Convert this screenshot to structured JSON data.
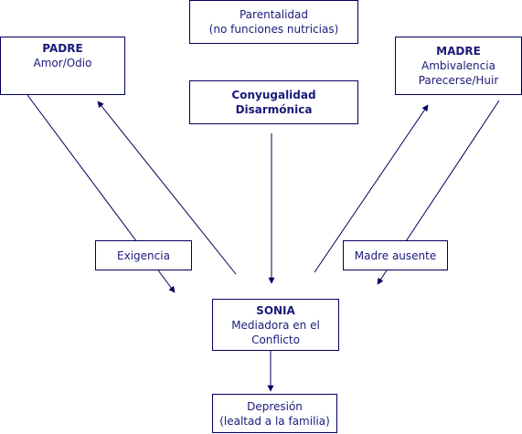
{
  "nodes": {
    "parentalidad": {
      "line1": "Parentalidad",
      "line2": "(no funciones nutricias)"
    },
    "padre": {
      "title": "PADRE",
      "line1": "Amor/Odio"
    },
    "madre": {
      "title": "MADRE",
      "line1": "Ambivalencia",
      "line2": "Parecerse/Huir"
    },
    "conyugalidad": {
      "title1": "Conyugalidad",
      "title2": "Disarmónica"
    },
    "exigencia": {
      "label": "Exigencia"
    },
    "madre_ausente": {
      "label": "Madre ausente"
    },
    "sonia": {
      "title": "SONIA",
      "line1": "Mediadora en el",
      "line2": "Conflicto"
    },
    "depresion": {
      "line1": "Depresión",
      "line2": "(lealtad a la familia)"
    }
  },
  "colors": {
    "line": "#000060",
    "text": "#1a1a7a",
    "border": "#000060"
  }
}
